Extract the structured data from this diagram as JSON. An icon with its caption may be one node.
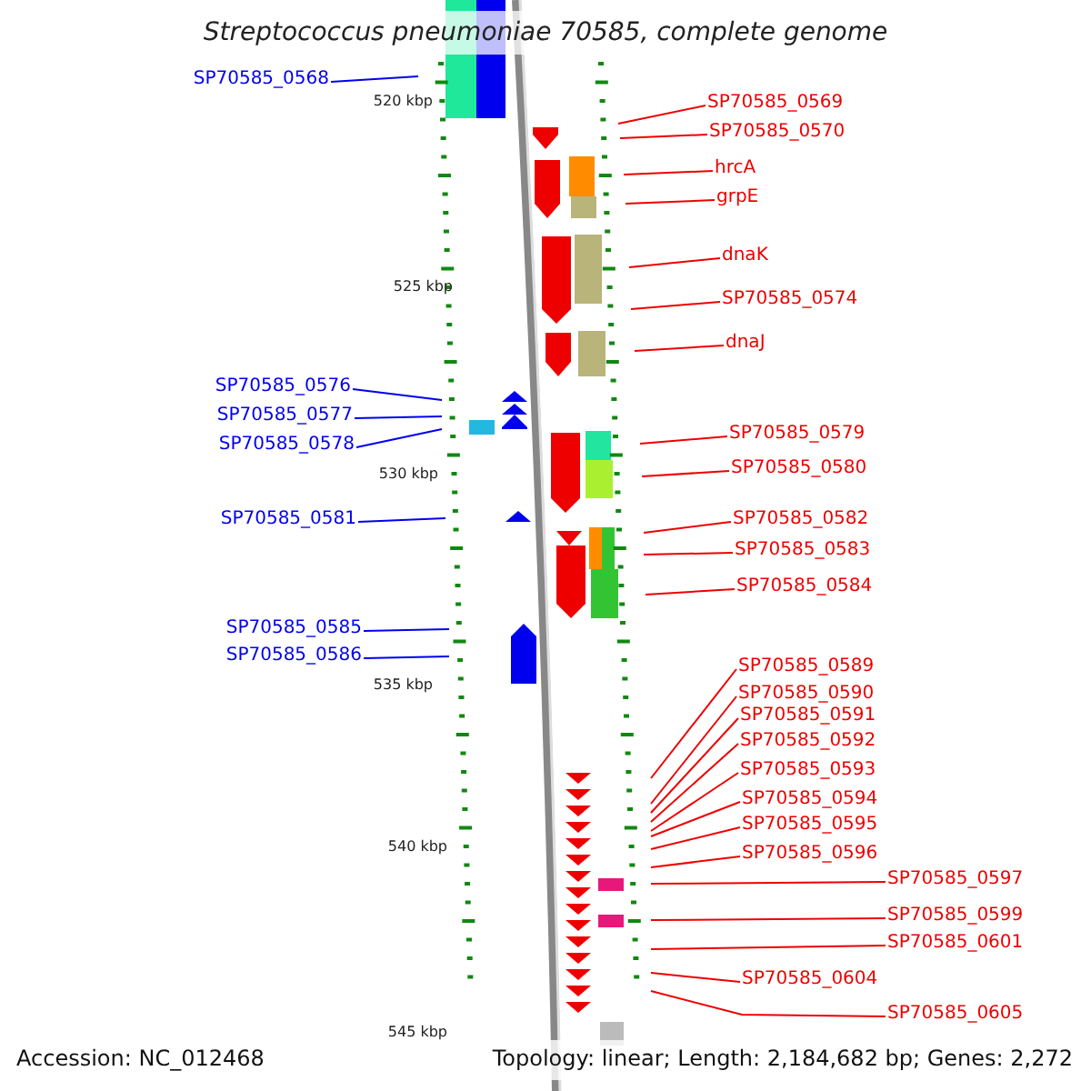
{
  "diagram": {
    "title": "Streptococcus pneumoniae 70585, complete genome",
    "nodes": [
      {
        "text": [
          "SP70585_0568"
        ]
      },
      {
        "text": [
          "SP70585_0569"
        ]
      },
      {
        "text": [
          "SP70585_0570"
        ]
      },
      {
        "text": [
          "hrcA"
        ]
      },
      {
        "text": [
          "grpE"
        ]
      },
      {
        "text": [
          "dnaK"
        ]
      },
      {
        "text": [
          "SP70585_0574"
        ]
      },
      {
        "text": [
          "dnaJ"
        ]
      },
      {
        "text": [
          "SP70585_0576"
        ]
      },
      {
        "text": [
          "SP70585_0577"
        ]
      },
      {
        "text": [
          "SP70585_0579"
        ]
      },
      {
        "text": [
          "SP70585_0578"
        ]
      },
      {
        "text": [
          "SP70585_0580"
        ]
      },
      {
        "text": [
          "SP70585_0581"
        ]
      },
      {
        "text": [
          "SP70585_0582"
        ]
      },
      {
        "text": [
          "SP70585_0583"
        ]
      },
      {
        "text": [
          "SP70585_0584"
        ]
      },
      {
        "text": [
          "SP70585_0585"
        ]
      },
      {
        "text": [
          "SP70585_0586"
        ]
      },
      {
        "text": [
          "SP70585_0589"
        ]
      },
      {
        "text": [
          "SP70585_0590"
        ]
      },
      {
        "text": [
          "SP70585_0591"
        ]
      },
      {
        "text": [
          "SP70585_0592"
        ]
      },
      {
        "text": [
          "SP70585_0593"
        ]
      },
      {
        "text": [
          "SP70585_0594"
        ]
      },
      {
        "text": [
          "SP70585_0595"
        ]
      },
      {
        "text": [
          "SP70585_0596"
        ]
      },
      {
        "text": [
          "SP70585_0597"
        ]
      },
      {
        "text": [
          "SP70585_0599"
        ]
      },
      {
        "text": [
          "SP70585_0601"
        ]
      },
      {
        "text": [
          "SP70585_0604"
        ]
      },
      {
        "text": [
          "SP70585_0605"
        ]
      }
    ],
    "edges": [
      {
        "from": 0,
        "to": null,
        "arrow": "none",
        "color": "#0000ee"
      },
      {
        "from": 1,
        "to": null,
        "arrow": "none"
      },
      {
        "from": 2,
        "to": null,
        "arrow": "none"
      },
      {
        "from": 3,
        "to": null,
        "arrow": "none"
      },
      {
        "from": 4,
        "to": null,
        "arrow": "none"
      },
      {
        "from": 5,
        "to": null,
        "arrow": "none"
      },
      {
        "from": 6,
        "to": null,
        "arrow": "none"
      },
      {
        "from": 7,
        "to": null,
        "arrow": "none"
      },
      {
        "from": 8,
        "to": null,
        "arrow": "none",
        "color": "#0000ee"
      },
      {
        "from": 9,
        "to": null,
        "arrow": "none",
        "color": "#0000ee"
      },
      {
        "from": 10,
        "to": null,
        "arrow": "none"
      },
      {
        "from": 11,
        "to": null,
        "arrow": "none",
        "color": "#0000ee"
      },
      {
        "from": 12,
        "to": null,
        "arrow": "none"
      },
      {
        "from": 13,
        "to": null,
        "arrow": "none",
        "color": "#0000ee"
      },
      {
        "from": 14,
        "to": null,
        "arrow": "none"
      },
      {
        "from": 15,
        "to": null,
        "arrow": "none"
      },
      {
        "from": 16,
        "to": null,
        "arrow": "none"
      },
      {
        "from": 17,
        "to": null,
        "arrow": "none",
        "color": "#0000ee"
      },
      {
        "from": 18,
        "to": null,
        "arrow": "none",
        "color": "#0000ee"
      },
      {
        "from": 19,
        "to": null,
        "arrow": "none"
      },
      {
        "from": 20,
        "to": null,
        "arrow": "none"
      },
      {
        "from": 21,
        "to": null,
        "arrow": "none"
      },
      {
        "from": 22,
        "to": null,
        "arrow": "none"
      },
      {
        "from": 23,
        "to": null,
        "arrow": "none"
      },
      {
        "from": 24,
        "to": null,
        "arrow": "none"
      },
      {
        "from": 25,
        "to": null,
        "arrow": "none"
      },
      {
        "from": 26,
        "to": null,
        "arrow": "none"
      },
      {
        "from": 27,
        "to": null,
        "arrow": "none"
      },
      {
        "from": 28,
        "to": null,
        "arrow": "none"
      },
      {
        "from": 29,
        "to": null,
        "arrow": "none"
      },
      {
        "from": 30,
        "to": null,
        "arrow": "none"
      },
      {
        "from": 31,
        "to": null,
        "arrow": "none"
      }
    ],
    "labels": [
      "520 kbp",
      "525 kbp",
      "530 kbp",
      "535 kbp",
      "540 kbp",
      "545 kbp",
      "Accession: NC_012468",
      "Topology: linear; Length: 2,184,682 bp; Genes: 2,272"
    ]
  }
}
